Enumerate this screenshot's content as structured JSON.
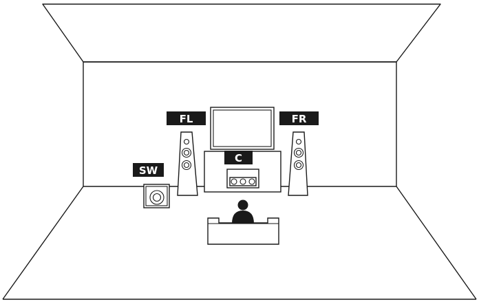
{
  "speakers": {
    "fl": "FL",
    "fr": "FR",
    "c": "C",
    "sw": "SW"
  },
  "colors": {
    "stroke": "#1a1a1a",
    "label_background": "#1a1a1a",
    "label_text": "#ffffff",
    "background": "#ffffff"
  },
  "icons": [
    "room-outline",
    "tv-icon",
    "speaker-icon",
    "subwoofer-icon",
    "listener-icon",
    "sofa-icon"
  ]
}
